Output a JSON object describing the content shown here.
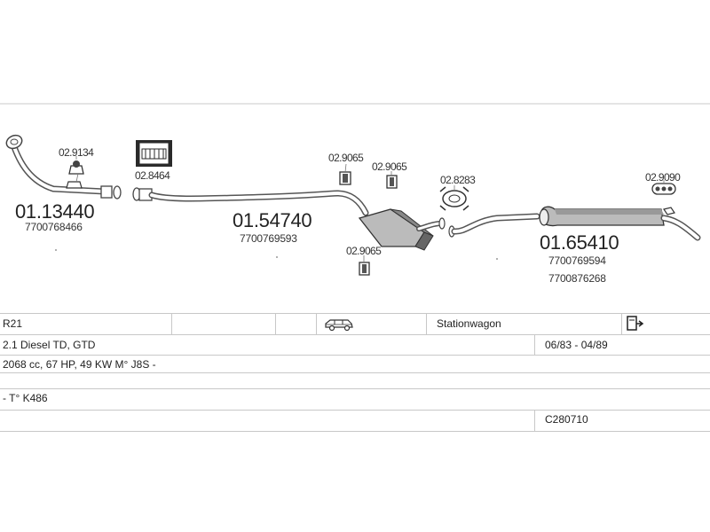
{
  "parts": {
    "front_pipe": {
      "number": "01.13440",
      "oem": "7700768466"
    },
    "middle_pipe": {
      "number": "01.54740",
      "oem": "7700769593"
    },
    "rear_silencer": {
      "number": "01.65410",
      "oem": [
        "7700769594",
        "7700876268"
      ]
    }
  },
  "accessories": [
    {
      "code": "02.9134"
    },
    {
      "code": "02.8464"
    },
    {
      "code": "02.9065"
    },
    {
      "code": "02.9065"
    },
    {
      "code": "02.9065"
    },
    {
      "code": "02.8283"
    },
    {
      "code": "02.9090"
    }
  ],
  "table": {
    "model": "R21",
    "body": "Stationwagon",
    "engine": "2.1 Diesel TD, GTD",
    "years": "06/83 - 04/89",
    "spec": "2068 cc, 67 HP, 49 KW M° J8S -",
    "type": "- T° K486",
    "code": "C280710"
  },
  "icons": [
    "car-stationwagon-icon",
    "fitting-document-icon"
  ]
}
